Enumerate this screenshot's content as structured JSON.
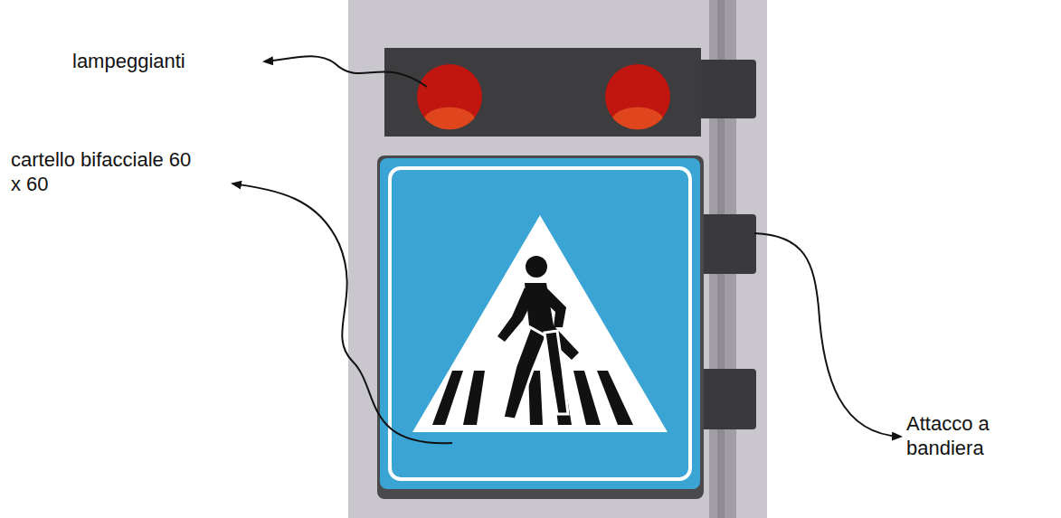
{
  "diagram": {
    "labels": [
      "lampeggianti",
      "cartello bifacciale 60 x 60",
      "Attacco a bandiera"
    ]
  }
}
